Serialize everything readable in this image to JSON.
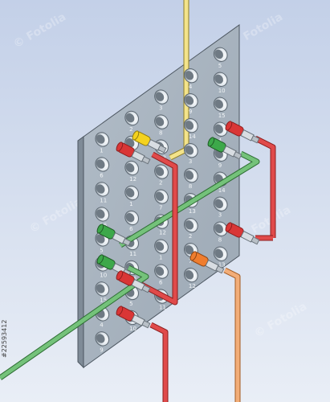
{
  "figure": {
    "watermark_text": "© Fotolia",
    "stock_id": "#22593412"
  },
  "board": {
    "hole_labels": [
      "1",
      "2",
      "3",
      "4",
      "5",
      "6",
      "7",
      "8",
      "9",
      "10",
      "11",
      "12",
      "13",
      "14",
      "15",
      "16"
    ]
  },
  "colors": {
    "background_top": "#c3d0e8",
    "background_bottom": "#e9eef6",
    "panel_face": "#a7b3bf",
    "panel_edge": "#7f8b97",
    "cable_yellow": "#f3e38a",
    "cable_red": "#e04a4a",
    "cable_green": "#74c27a",
    "cable_orange": "#f2ad78",
    "plug_red": "#d93636",
    "plug_green": "#3da84a",
    "plug_yellow": "#f4d21e",
    "plug_orange": "#ef7d2e"
  },
  "cables": [
    {
      "id": "yellow-top",
      "color": "yellow"
    },
    {
      "id": "red-right-top",
      "color": "red"
    },
    {
      "id": "green-right-top",
      "color": "green"
    },
    {
      "id": "red-upper-left",
      "color": "red"
    },
    {
      "id": "green-middle",
      "color": "green"
    },
    {
      "id": "red-right-middle",
      "color": "red"
    },
    {
      "id": "green-lower",
      "color": "green"
    },
    {
      "id": "red-lower-left",
      "color": "red"
    },
    {
      "id": "orange-right",
      "color": "orange"
    },
    {
      "id": "red-bottom",
      "color": "red"
    }
  ]
}
